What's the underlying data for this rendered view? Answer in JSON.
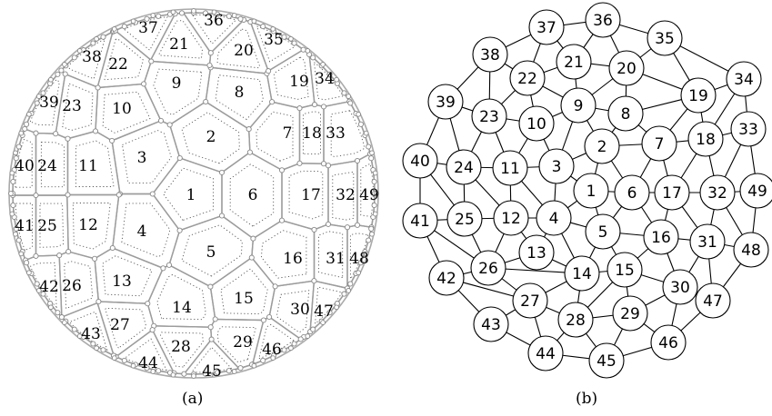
{
  "captions": {
    "a": "(a)",
    "b": "(b)"
  },
  "nodes": [
    "1",
    "2",
    "3",
    "4",
    "5",
    "6",
    "7",
    "8",
    "9",
    "10",
    "11",
    "12",
    "13",
    "14",
    "15",
    "16",
    "17",
    "18",
    "19",
    "20",
    "21",
    "22",
    "23",
    "24",
    "25",
    "26",
    "27",
    "28",
    "29",
    "30",
    "31",
    "32",
    "33",
    "34",
    "35",
    "36",
    "37",
    "38",
    "39",
    "40",
    "41",
    "42",
    "43",
    "44",
    "45",
    "46",
    "47",
    "48",
    "49"
  ],
  "edges": [
    [
      1,
      2
    ],
    [
      1,
      3
    ],
    [
      1,
      4
    ],
    [
      1,
      5
    ],
    [
      1,
      6
    ],
    [
      2,
      3
    ],
    [
      3,
      4
    ],
    [
      4,
      5
    ],
    [
      5,
      6
    ],
    [
      6,
      2
    ],
    [
      2,
      7
    ],
    [
      2,
      8
    ],
    [
      2,
      9
    ],
    [
      3,
      9
    ],
    [
      3,
      10
    ],
    [
      3,
      11
    ],
    [
      4,
      11
    ],
    [
      4,
      12
    ],
    [
      4,
      13
    ],
    [
      4,
      14
    ],
    [
      5,
      14
    ],
    [
      5,
      15
    ],
    [
      5,
      16
    ],
    [
      6,
      7
    ],
    [
      6,
      16
    ],
    [
      6,
      17
    ],
    [
      7,
      8
    ],
    [
      7,
      17
    ],
    [
      7,
      18
    ],
    [
      7,
      19
    ],
    [
      8,
      19
    ],
    [
      8,
      20
    ],
    [
      8,
      9
    ],
    [
      9,
      20
    ],
    [
      9,
      21
    ],
    [
      9,
      22
    ],
    [
      9,
      10
    ],
    [
      10,
      22
    ],
    [
      10,
      23
    ],
    [
      10,
      11
    ],
    [
      11,
      23
    ],
    [
      11,
      24
    ],
    [
      11,
      12
    ],
    [
      12,
      24
    ],
    [
      12,
      25
    ],
    [
      12,
      26
    ],
    [
      12,
      13
    ],
    [
      13,
      26
    ],
    [
      13,
      14
    ],
    [
      14,
      26
    ],
    [
      14,
      27
    ],
    [
      14,
      28
    ],
    [
      14,
      15
    ],
    [
      15,
      28
    ],
    [
      15,
      29
    ],
    [
      15,
      30
    ],
    [
      15,
      16
    ],
    [
      16,
      30
    ],
    [
      16,
      31
    ],
    [
      16,
      17
    ],
    [
      17,
      31
    ],
    [
      17,
      32
    ],
    [
      17,
      18
    ],
    [
      18,
      32
    ],
    [
      18,
      33
    ],
    [
      18,
      34
    ],
    [
      18,
      19
    ],
    [
      19,
      34
    ],
    [
      19,
      35
    ],
    [
      19,
      20
    ],
    [
      20,
      35
    ],
    [
      20,
      36
    ],
    [
      20,
      21
    ],
    [
      21,
      36
    ],
    [
      21,
      37
    ],
    [
      21,
      22
    ],
    [
      22,
      37
    ],
    [
      22,
      38
    ],
    [
      22,
      23
    ],
    [
      23,
      38
    ],
    [
      23,
      39
    ],
    [
      23,
      24
    ],
    [
      24,
      39
    ],
    [
      24,
      40
    ],
    [
      24,
      25
    ],
    [
      25,
      40
    ],
    [
      25,
      41
    ],
    [
      25,
      26
    ],
    [
      26,
      41
    ],
    [
      26,
      42
    ],
    [
      26,
      27
    ],
    [
      27,
      42
    ],
    [
      27,
      43
    ],
    [
      27,
      44
    ],
    [
      27,
      28
    ],
    [
      28,
      44
    ],
    [
      28,
      45
    ],
    [
      28,
      29
    ],
    [
      29,
      45
    ],
    [
      29,
      46
    ],
    [
      29,
      30
    ],
    [
      30,
      46
    ],
    [
      30,
      47
    ],
    [
      30,
      31
    ],
    [
      31,
      47
    ],
    [
      31,
      48
    ],
    [
      31,
      32
    ],
    [
      32,
      48
    ],
    [
      32,
      49
    ],
    [
      32,
      33
    ],
    [
      33,
      49
    ],
    [
      33,
      34
    ],
    [
      34,
      35
    ],
    [
      35,
      36
    ],
    [
      36,
      37
    ],
    [
      37,
      38
    ],
    [
      38,
      39
    ],
    [
      39,
      40
    ],
    [
      40,
      41
    ],
    [
      41,
      42
    ],
    [
      42,
      43
    ],
    [
      43,
      44
    ],
    [
      44,
      45
    ],
    [
      45,
      46
    ],
    [
      46,
      47
    ],
    [
      47,
      48
    ],
    [
      48,
      49
    ]
  ]
}
